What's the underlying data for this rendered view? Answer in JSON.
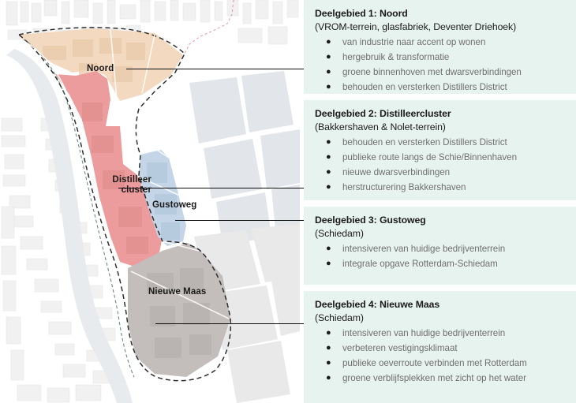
{
  "map": {
    "labels": [
      {
        "id": "noord",
        "text": "Noord"
      },
      {
        "id": "distilleer",
        "text": "Distilleer\ncluster"
      },
      {
        "id": "gustoweg",
        "text": "Gustoweg"
      },
      {
        "id": "nieuwemaas",
        "text": "Nieuwe Maas"
      }
    ],
    "colors": {
      "noord_zone": "#f2d9bf",
      "distilleer_zone": "#ec9c9c",
      "gustoweg_zone": "#c3d5e6",
      "nieuwemaas_zone": "#c3bebb",
      "basemap_building": "#f2f2f2",
      "basemap_background": "#ffffff",
      "outline_dashed": "#2f2f2f",
      "leader_line": "#0d0d0d"
    }
  },
  "panels": [
    {
      "title": "Deelgebied 1: Noord",
      "subtitle": "(VROM-terrein, glasfabriek, Deventer Driehoek)",
      "items": [
        "van industrie naar accent op wonen",
        "hergebruik & transformatie",
        "groene binnenhoven met dwarsverbindingen",
        "behouden en versterken Distillers District"
      ]
    },
    {
      "title": "Deelgebied 2: Distilleercluster",
      "subtitle": "(Bakkershaven & Nolet-terrein)",
      "items": [
        "behouden en versterken Distillers District",
        "publieke route langs de Schie/Binnenhaven",
        "nieuwe dwarsverbindingen",
        "herstructurering Bakkershaven"
      ]
    },
    {
      "title": "Deelgebied 3: Gustoweg",
      "subtitle": "(Schiedam)",
      "items": [
        "intensiveren van huidige bedrijventerrein",
        "integrale opgave Rotterdam-Schiedam"
      ]
    },
    {
      "title": "Deelgebied 4: Nieuwe Maas",
      "subtitle": "(Schiedam)",
      "items": [
        "intensiveren van huidige bedrijventerrein",
        "verbeteren vestigingsklimaat",
        "publieke oeverroute verbinden met Rotterdam",
        "groene verblijfsplekken met zicht op het water"
      ]
    }
  ],
  "panel_style": {
    "background": "#e7f3ee",
    "title_color": "#1b1b1b",
    "item_color": "#6f6f6f"
  }
}
